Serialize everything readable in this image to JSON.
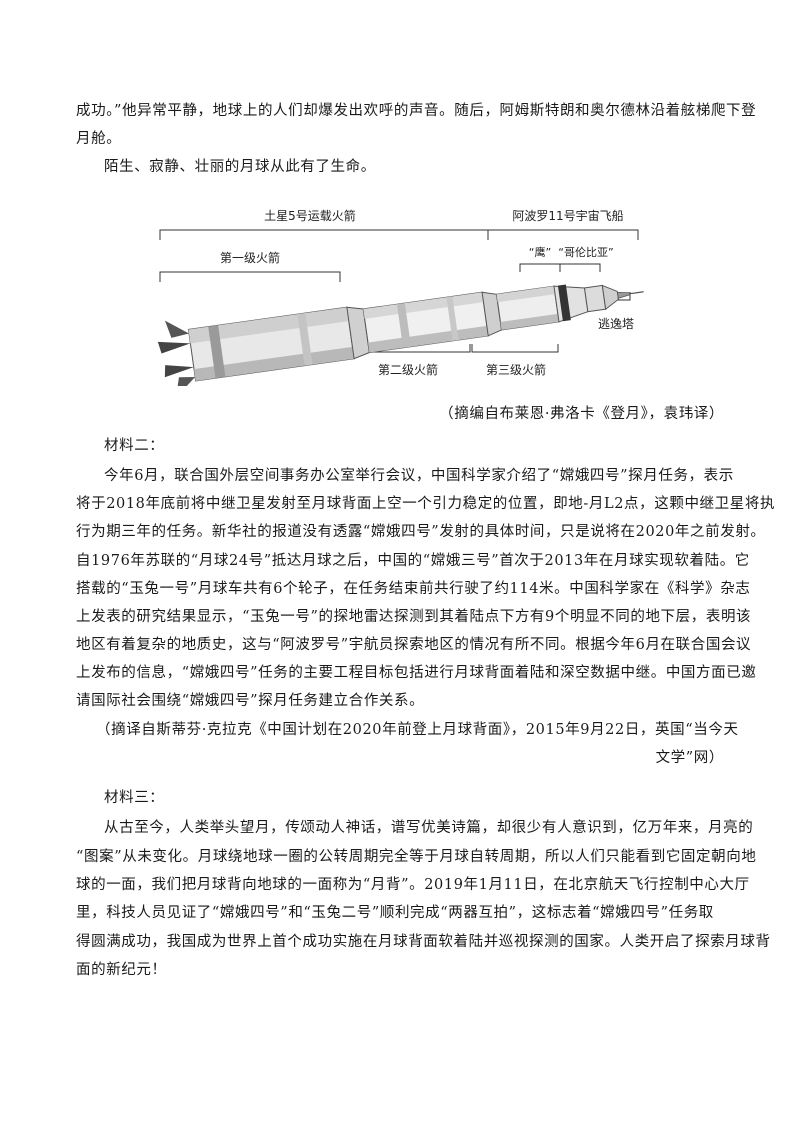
{
  "para1": {
    "line1": "成功。”他异常平静，地球上的人们却爆发出欢呼的声音。随后，阿姆斯特朗和奥尔德林沿着舷梯爬下登",
    "line2": "月舱。"
  },
  "para2": "陌生、寂静、壮丽的月球从此有了生命。",
  "figure": {
    "label_saturn": "土星5号运载火箭",
    "label_apollo": "阿波罗11号宇宙飞船",
    "label_stage1": "第一级火箭",
    "label_eagle": "“鹰”",
    "label_columbia": "“哥伦比亚”",
    "label_escape": "逃逸塔",
    "label_stage2": "第二级火箭",
    "label_stage3": "第三级火箭",
    "caption": "（摘编自布莱恩·弗洛卡《登月》，袁玮译）"
  },
  "material2": {
    "heading": "材料二：",
    "lines": [
      "今年6月，联合国外层空间事务办公室举行会议，中国科学家介绍了“嫦娥四号”探月任务，表示",
      "将于2018年底前将中继卫星发射至月球背面上空一个引力稳定的位置，即地-月L2点，这颗中继卫星将执",
      "行为期三年的任务。新华社的报道没有透露“嫦娥四号”发射的具体时间，只是说将在2020年之前发射。",
      "自1976年苏联的“月球24号”抵达月球之后，中国的“嫦娥三号”首次于2013年在月球实现软着陆。它",
      "搭载的“玉兔一号”月球车共有6个轮子，在任务结束前共行驶了约114米。中国科学家在《科学》杂志",
      "上发表的研究结果显示，“玉兔一号”的探地雷达探测到其着陆点下方有9个明显不同的地下层，表明该",
      "地区有着复杂的地质史，这与“阿波罗号”宇航员探索地区的情况有所不同。根据今年6月在联合国会议",
      "上发布的信息，“嫦娥四号”任务的主要工程目标包括进行月球背面着陆和深空数据中继。中国方面已邀",
      "请国际社会围绕“嫦娥四号”探月任务建立合作关系。"
    ],
    "source1": "（摘译自斯蒂芬·克拉克《中国计划在2020年前登上月球背面》，2015年9月22日，英国“当今天",
    "source2": "文学”网）"
  },
  "material3": {
    "heading": "材料三：",
    "lines": [
      "从古至今，人类举头望月，传颂动人神话，谱写优美诗篇，却很少有人意识到，亿万年来，月亮的",
      "“图案”从未变化。月球绕地球一圈的公转周期完全等于月球自转周期，所以人们只能看到它固定朝向地",
      "球的一面，我们把月球背向地球的一面称为“月背”。2019年1月11日，在北京航天飞行控制中心大厅",
      "里，科技人员见证了“嫦娥四号”和“玉兔二号”顺利完成“两器互拍”，这标志着“嫦娥四号”任务取",
      "得圆满成功，我国成为世界上首个成功实施在月球背面软着陆并巡视探测的国家。人类开启了探索月球背",
      "面的新纪元！"
    ]
  }
}
